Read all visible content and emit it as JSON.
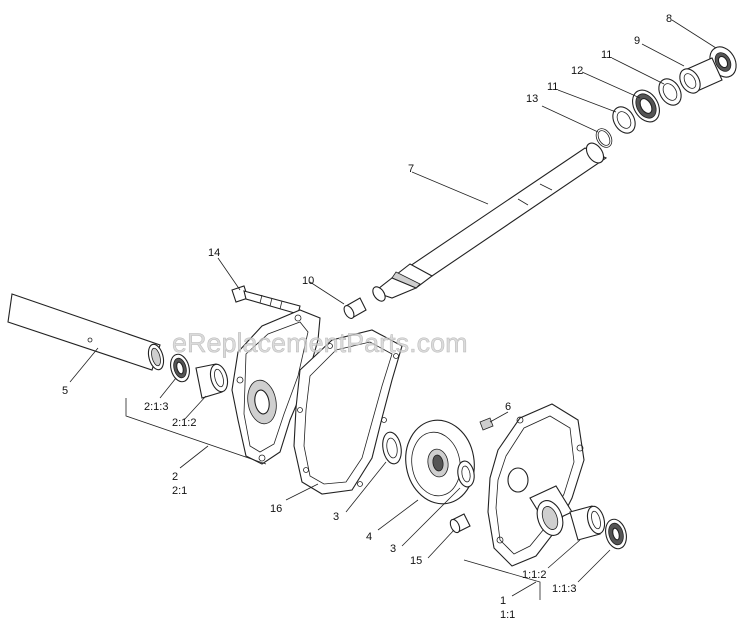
{
  "watermark": "eReplacementParts.com",
  "callouts": {
    "c8": "8",
    "c9": "9",
    "c11a": "11",
    "c12": "12",
    "c11b": "11",
    "c13": "13",
    "c7": "7",
    "c14": "14",
    "c10": "10",
    "c5": "5",
    "c213": "2:1:3",
    "c212": "2:1:2",
    "c2": "2",
    "c21": "2:1",
    "c6": "6",
    "c16": "16",
    "c3a": "3",
    "c4": "4",
    "c3b": "3",
    "c15": "15",
    "c112": "1:1:2",
    "c113": "1:1:3",
    "c1": "1",
    "c11": "1:1"
  }
}
